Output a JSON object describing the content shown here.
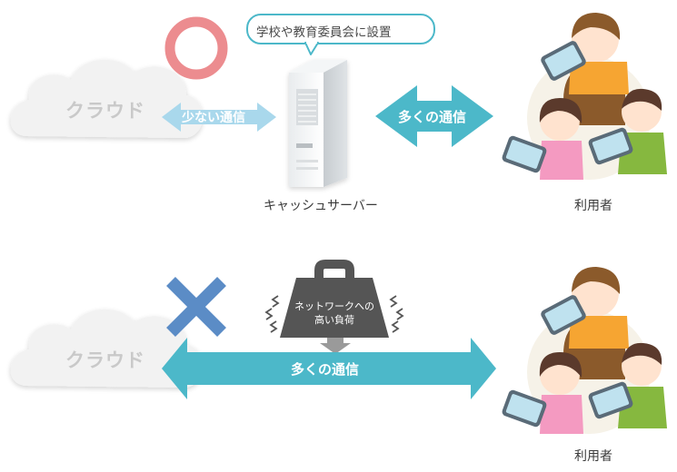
{
  "top": {
    "cloud_label": "クラウド",
    "status_symbol": "circle-ok",
    "callout": "学校や教育委員会に設置",
    "left_arrow_label": "少ない通信",
    "right_arrow_label": "多くの通信",
    "server_caption": "キャッシュサーバー",
    "users_caption": "利用者"
  },
  "bottom": {
    "cloud_label": "クラウド",
    "status_symbol": "cross-ng",
    "weight_line1": "ネットワークへの",
    "weight_line2": "高い負荷",
    "arrow_label": "多くの通信",
    "users_caption": "利用者"
  },
  "colors": {
    "ok_circle": "#ec8c8f",
    "ng_cross": "#5b8cc6",
    "thin_arrow": "#a9d8ec",
    "thick_arrow": "#4cb8c9",
    "weight": "#555555",
    "cloud": "#f1f1f1"
  }
}
